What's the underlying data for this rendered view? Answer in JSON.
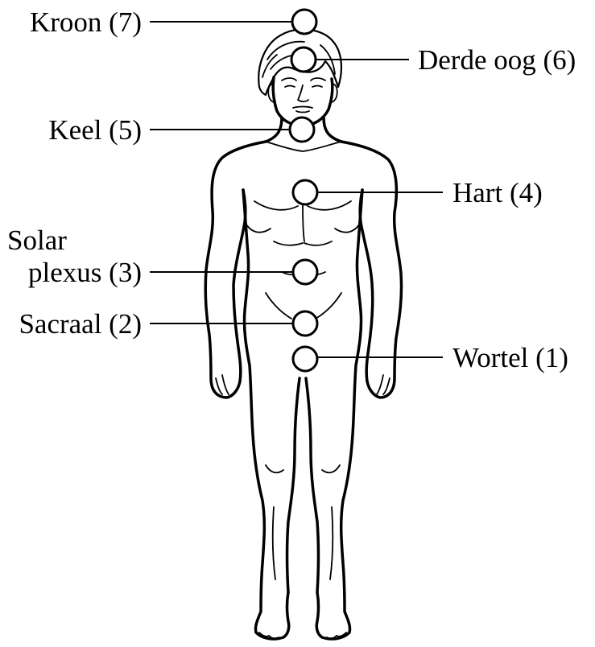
{
  "labels": {
    "crown": "Kroon (7)",
    "third_eye": "Derde oog (6)",
    "throat": "Keel (5)",
    "heart": "Hart (4)",
    "solar_plexus_line1": "Solar",
    "solar_plexus_line2": "plexus (3)",
    "sacral": "Sacraal (2)",
    "root": "Wortel (1)"
  }
}
